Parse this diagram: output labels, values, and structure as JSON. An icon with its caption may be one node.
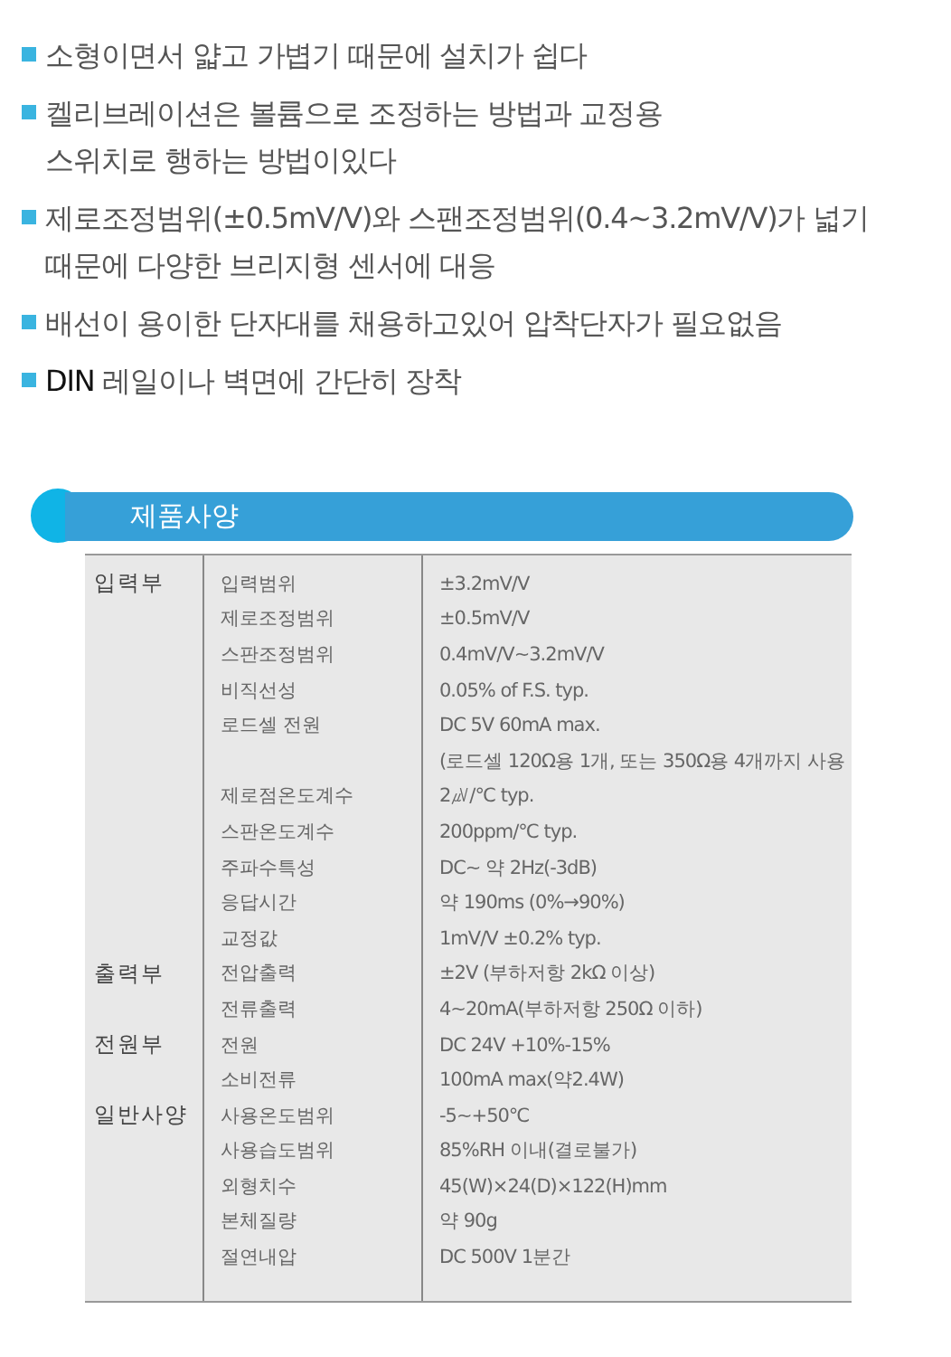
{
  "diagram": {
    "nodes": [
      {
        "text": [
          "제품사양"
        ]
      }
    ],
    "labels": [
      "소형이면서 얇고 가볍기 때문에 설치가 쉽다",
      "켈리브레이션은 볼륨으로 조정하는 방법과 교정용 스위치로 행하는 방법이있다",
      "제로조정범위(±0.5mV/V)와 스팬조정범위(0.4~3.2mV/V)가 넓기때문에 다양한 브리지형 센서에 대응",
      "배선이 용이한 단자대를 채용하고있어 압착단자가 필요없음",
      "**DIN** 레일이나 벽면에 간단히 장착",
      "입력부",
      "입력범위",
      "±3.2mV/V",
      "제로조정범위",
      "±0.5mV/V",
      "스판조정범위",
      "0.4mV/V~3.2mV/V",
      "비직선성",
      "0.05% of F.S. typ.",
      "로드셀 전원",
      "DC 5V 60mA max.",
      "(로드셀 120Ω용 1개, 또는 350Ω용 4개까지 사용",
      "제로점온도계수",
      "2㎶/℃ typ.",
      "스판온도계수",
      "200ppm/℃ typ.",
      "주파수특성",
      "DC~ 약 2Hz(-3dB)",
      "응답시간",
      "약 190ms (0%→90%)",
      "교정값",
      "1mV/V ±0.2% typ.",
      "출력부",
      "전압출력",
      "±2V (부하저항 2kΩ 이상)",
      "전류출력",
      "4~20mA(부하저항 250Ω 이하)",
      "전원부",
      "전원",
      "DC 24V +10%-15%",
      "소비전류",
      "100mA max(약2.4W)",
      "일반사양",
      "사용온도범위",
      "-5~+50℃",
      "사용습도범위",
      "85%RH 이내(결로불가)",
      "외형치수",
      "45(W)×24(D)×122(H)mm",
      "본체질량",
      "약 90g",
      "절연내압",
      "DC 500V 1분간"
    ]
  }
}
